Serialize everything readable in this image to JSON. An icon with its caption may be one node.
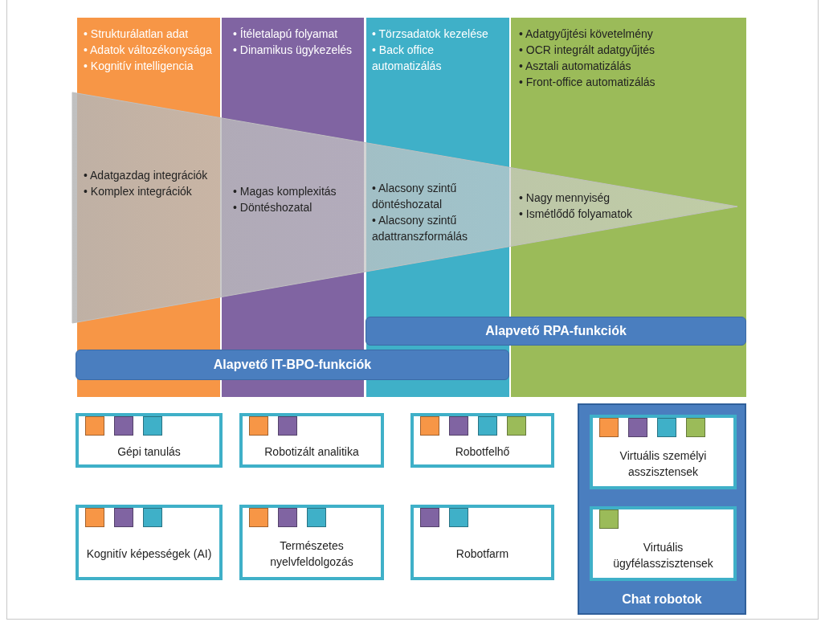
{
  "diagram": {
    "nodes": [
      {
        "text": [
          "• Strukturálatlan adat",
          "• Adatok változékonysága",
          "• Kognitív intelligencia",
          "• Adatgazdag integrációk",
          "• Komplex integrációk"
        ]
      },
      {
        "text": [
          "• Ítéletalapú folyamat",
          "• Dinamikus ügykezelés",
          "• Magas komplexitás",
          "• Döntéshozatal"
        ]
      },
      {
        "text": [
          "• Törzsadatok kezelése",
          "• Back office automatizálás",
          "• Alacsony szintű döntéshozatal",
          "• Alacsony szintű adattranszformálás"
        ]
      },
      {
        "text": [
          "• Adatgyűjtési követelmény",
          "• OCR integrált adatgyűjtés",
          "• Asztali automatizálás",
          "• Front-office automatizálás",
          "• Nagy mennyiség",
          "• Ismétlődő folyamatok"
        ]
      },
      {
        "text": [
          "Alapvető RPA-funkciók"
        ]
      },
      {
        "text": [
          "Alapvető IT-BPO-funkciók"
        ]
      },
      {
        "text": [
          "Gépi tanulás"
        ]
      },
      {
        "text": [],
        "shape": "box",
        "in": 6
      },
      {
        "text": [],
        "shape": "box",
        "in": 6
      },
      {
        "text": [],
        "shape": "box",
        "in": 6
      },
      {
        "text": [
          "Robotizált analitika"
        ]
      },
      {
        "text": [],
        "shape": "box",
        "in": 10
      },
      {
        "text": [],
        "shape": "box",
        "in": 10
      },
      {
        "text": [
          "Robotfelhő"
        ]
      },
      {
        "text": [],
        "shape": "box",
        "in": 13
      },
      {
        "text": [],
        "shape": "box",
        "in": 13
      },
      {
        "text": [],
        "shape": "box",
        "in": 13
      },
      {
        "text": [],
        "shape": "box",
        "in": 13
      },
      {
        "text": [
          "Chat robotok"
        ]
      },
      {
        "text": [
          "Virtuális személyi asszisztensek"
        ],
        "in": 18
      },
      {
        "text": [],
        "shape": "box",
        "in": 19
      },
      {
        "text": [],
        "shape": "box",
        "in": 19
      },
      {
        "text": [],
        "shape": "box",
        "in": 19
      },
      {
        "text": [],
        "shape": "box",
        "in": 19
      },
      {
        "text": [
          "Virtuális ügyfélasszisztensek"
        ],
        "in": 18
      },
      {
        "text": [],
        "shape": "box",
        "in": 24
      },
      {
        "text": [
          "Kognitív képességek (AI)"
        ]
      },
      {
        "text": [],
        "shape": "box",
        "in": 26
      },
      {
        "text": [],
        "shape": "box",
        "in": 26
      },
      {
        "text": [],
        "shape": "box",
        "in": 26
      },
      {
        "text": [
          "Természetes nyelvfeldolgozás"
        ]
      },
      {
        "text": [],
        "shape": "box",
        "in": 30
      },
      {
        "text": [],
        "shape": "box",
        "in": 30
      },
      {
        "text": [],
        "shape": "box",
        "in": 30
      },
      {
        "text": [
          "Robotfarm"
        ]
      },
      {
        "text": [],
        "shape": "box",
        "in": 34
      },
      {
        "text": [],
        "shape": "box",
        "in": 34
      }
    ]
  }
}
